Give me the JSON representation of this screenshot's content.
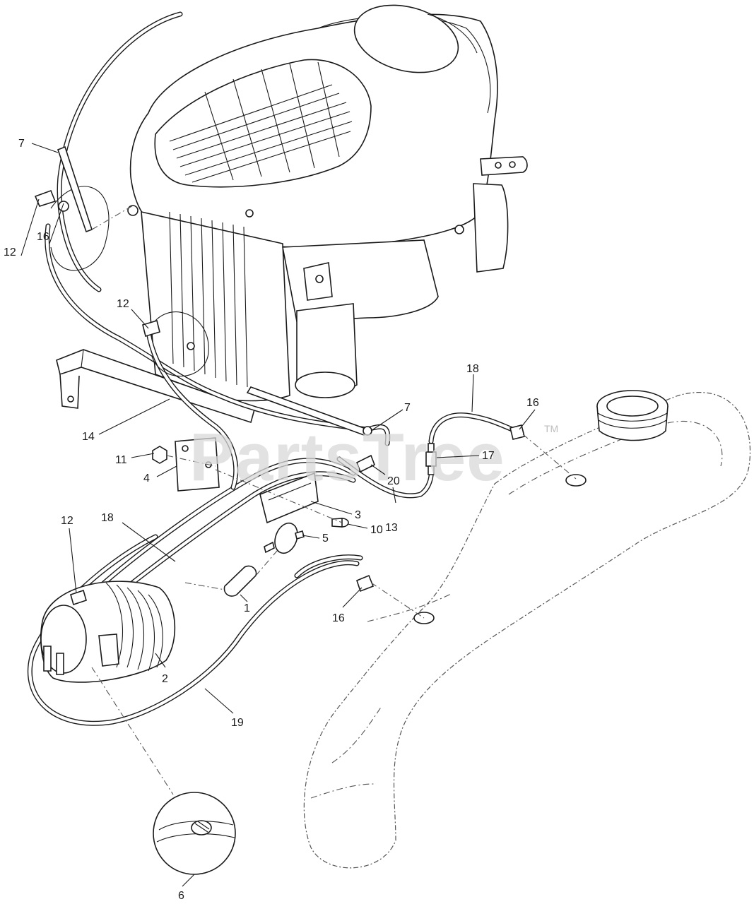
{
  "watermark": {
    "text": "PartsTree",
    "trademark": "TM"
  },
  "callouts": [
    {
      "id": "c-7a",
      "label": "7"
    },
    {
      "id": "c-16a",
      "label": "16"
    },
    {
      "id": "c-12a",
      "label": "12"
    },
    {
      "id": "c-12b",
      "label": "12"
    },
    {
      "id": "c-14",
      "label": "14"
    },
    {
      "id": "c-11",
      "label": "11"
    },
    {
      "id": "c-4",
      "label": "4"
    },
    {
      "id": "c-18a",
      "label": "18"
    },
    {
      "id": "c-16b",
      "label": "16"
    },
    {
      "id": "c-7b",
      "label": "7"
    },
    {
      "id": "c-17",
      "label": "17"
    },
    {
      "id": "c-20",
      "label": "20"
    },
    {
      "id": "c-3",
      "label": "3"
    },
    {
      "id": "c-13",
      "label": "13"
    },
    {
      "id": "c-10",
      "label": "10"
    },
    {
      "id": "c-18b",
      "label": "18"
    },
    {
      "id": "c-12c",
      "label": "12"
    },
    {
      "id": "c-5",
      "label": "5"
    },
    {
      "id": "c-1",
      "label": "1"
    },
    {
      "id": "c-16c",
      "label": "16"
    },
    {
      "id": "c-2",
      "label": "2"
    },
    {
      "id": "c-19",
      "label": "19"
    },
    {
      "id": "c-6",
      "label": "6"
    }
  ]
}
